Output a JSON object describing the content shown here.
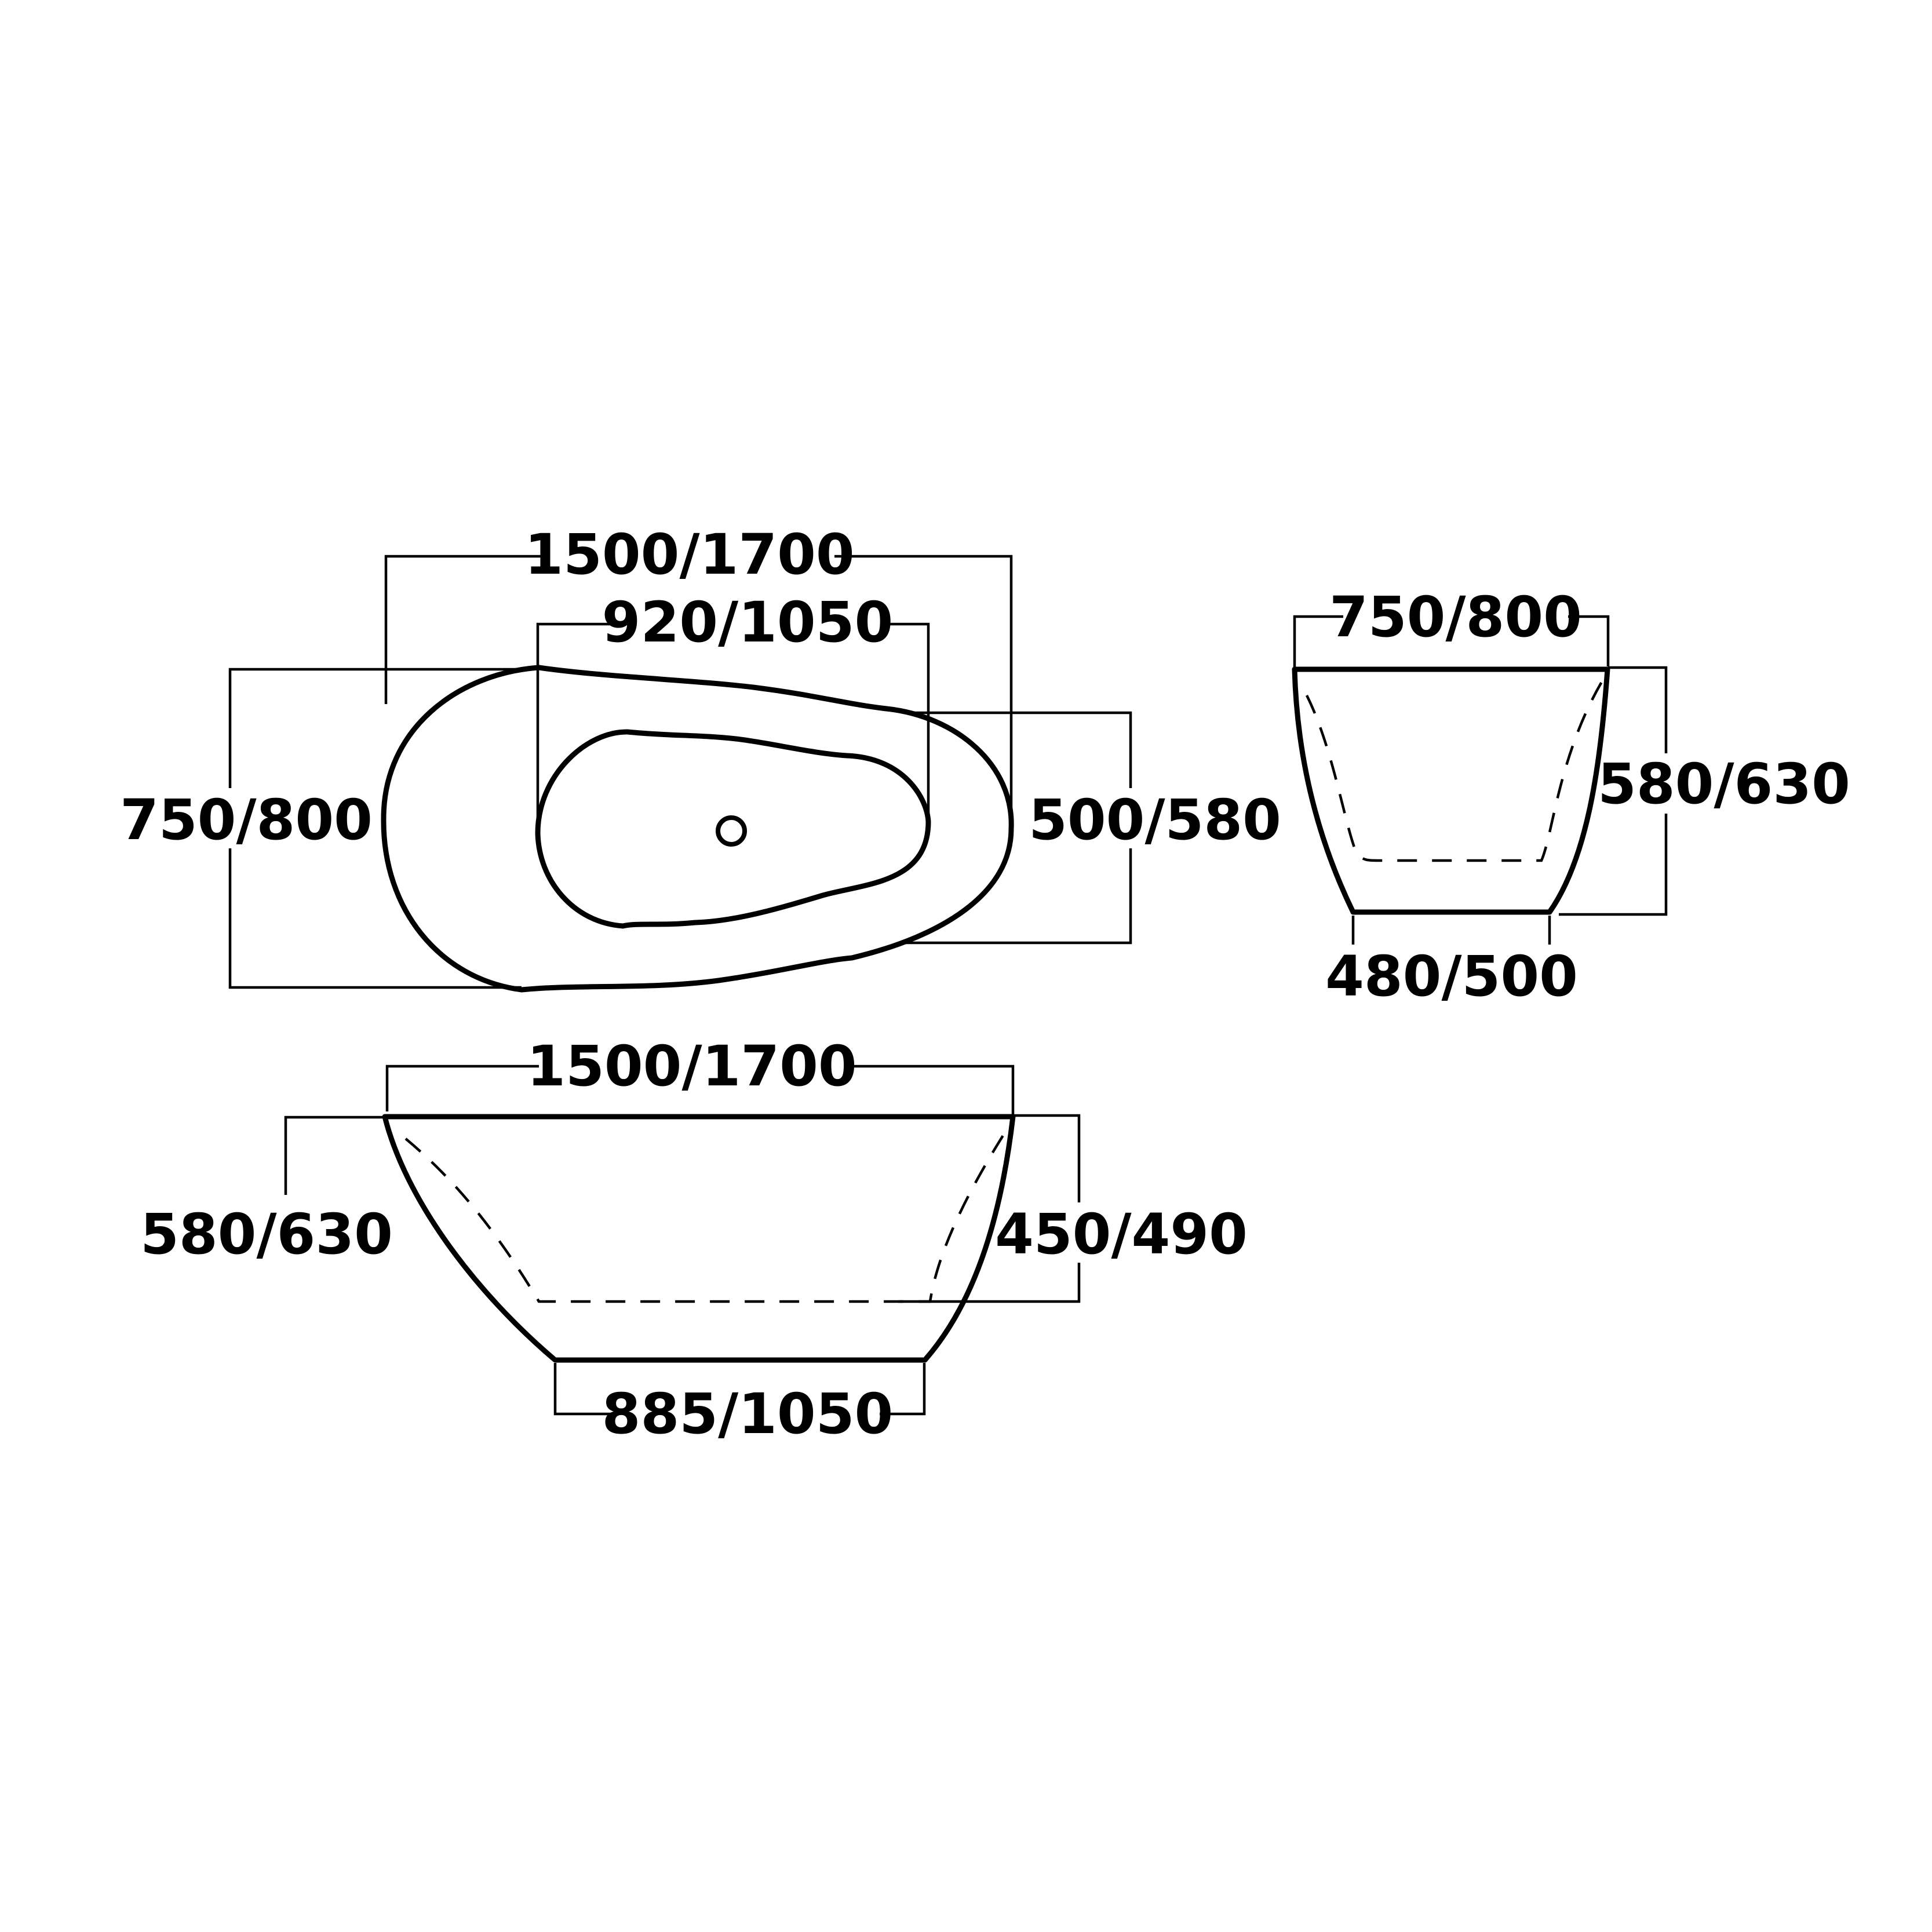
{
  "top_view": {
    "overall_length": "1500/1700",
    "inner_length": "920/1050",
    "overall_width": "750/800",
    "inner_width": "500/580"
  },
  "end_view": {
    "top_width": "750/800",
    "height": "580/630",
    "bottom_width": "480/500"
  },
  "side_view": {
    "overall_length": "1500/1700",
    "overall_height": "580/630",
    "inner_depth": "450/490",
    "bottom_length": "885/1050"
  },
  "colors": {
    "line": "#000000",
    "background": "#ffffff"
  }
}
